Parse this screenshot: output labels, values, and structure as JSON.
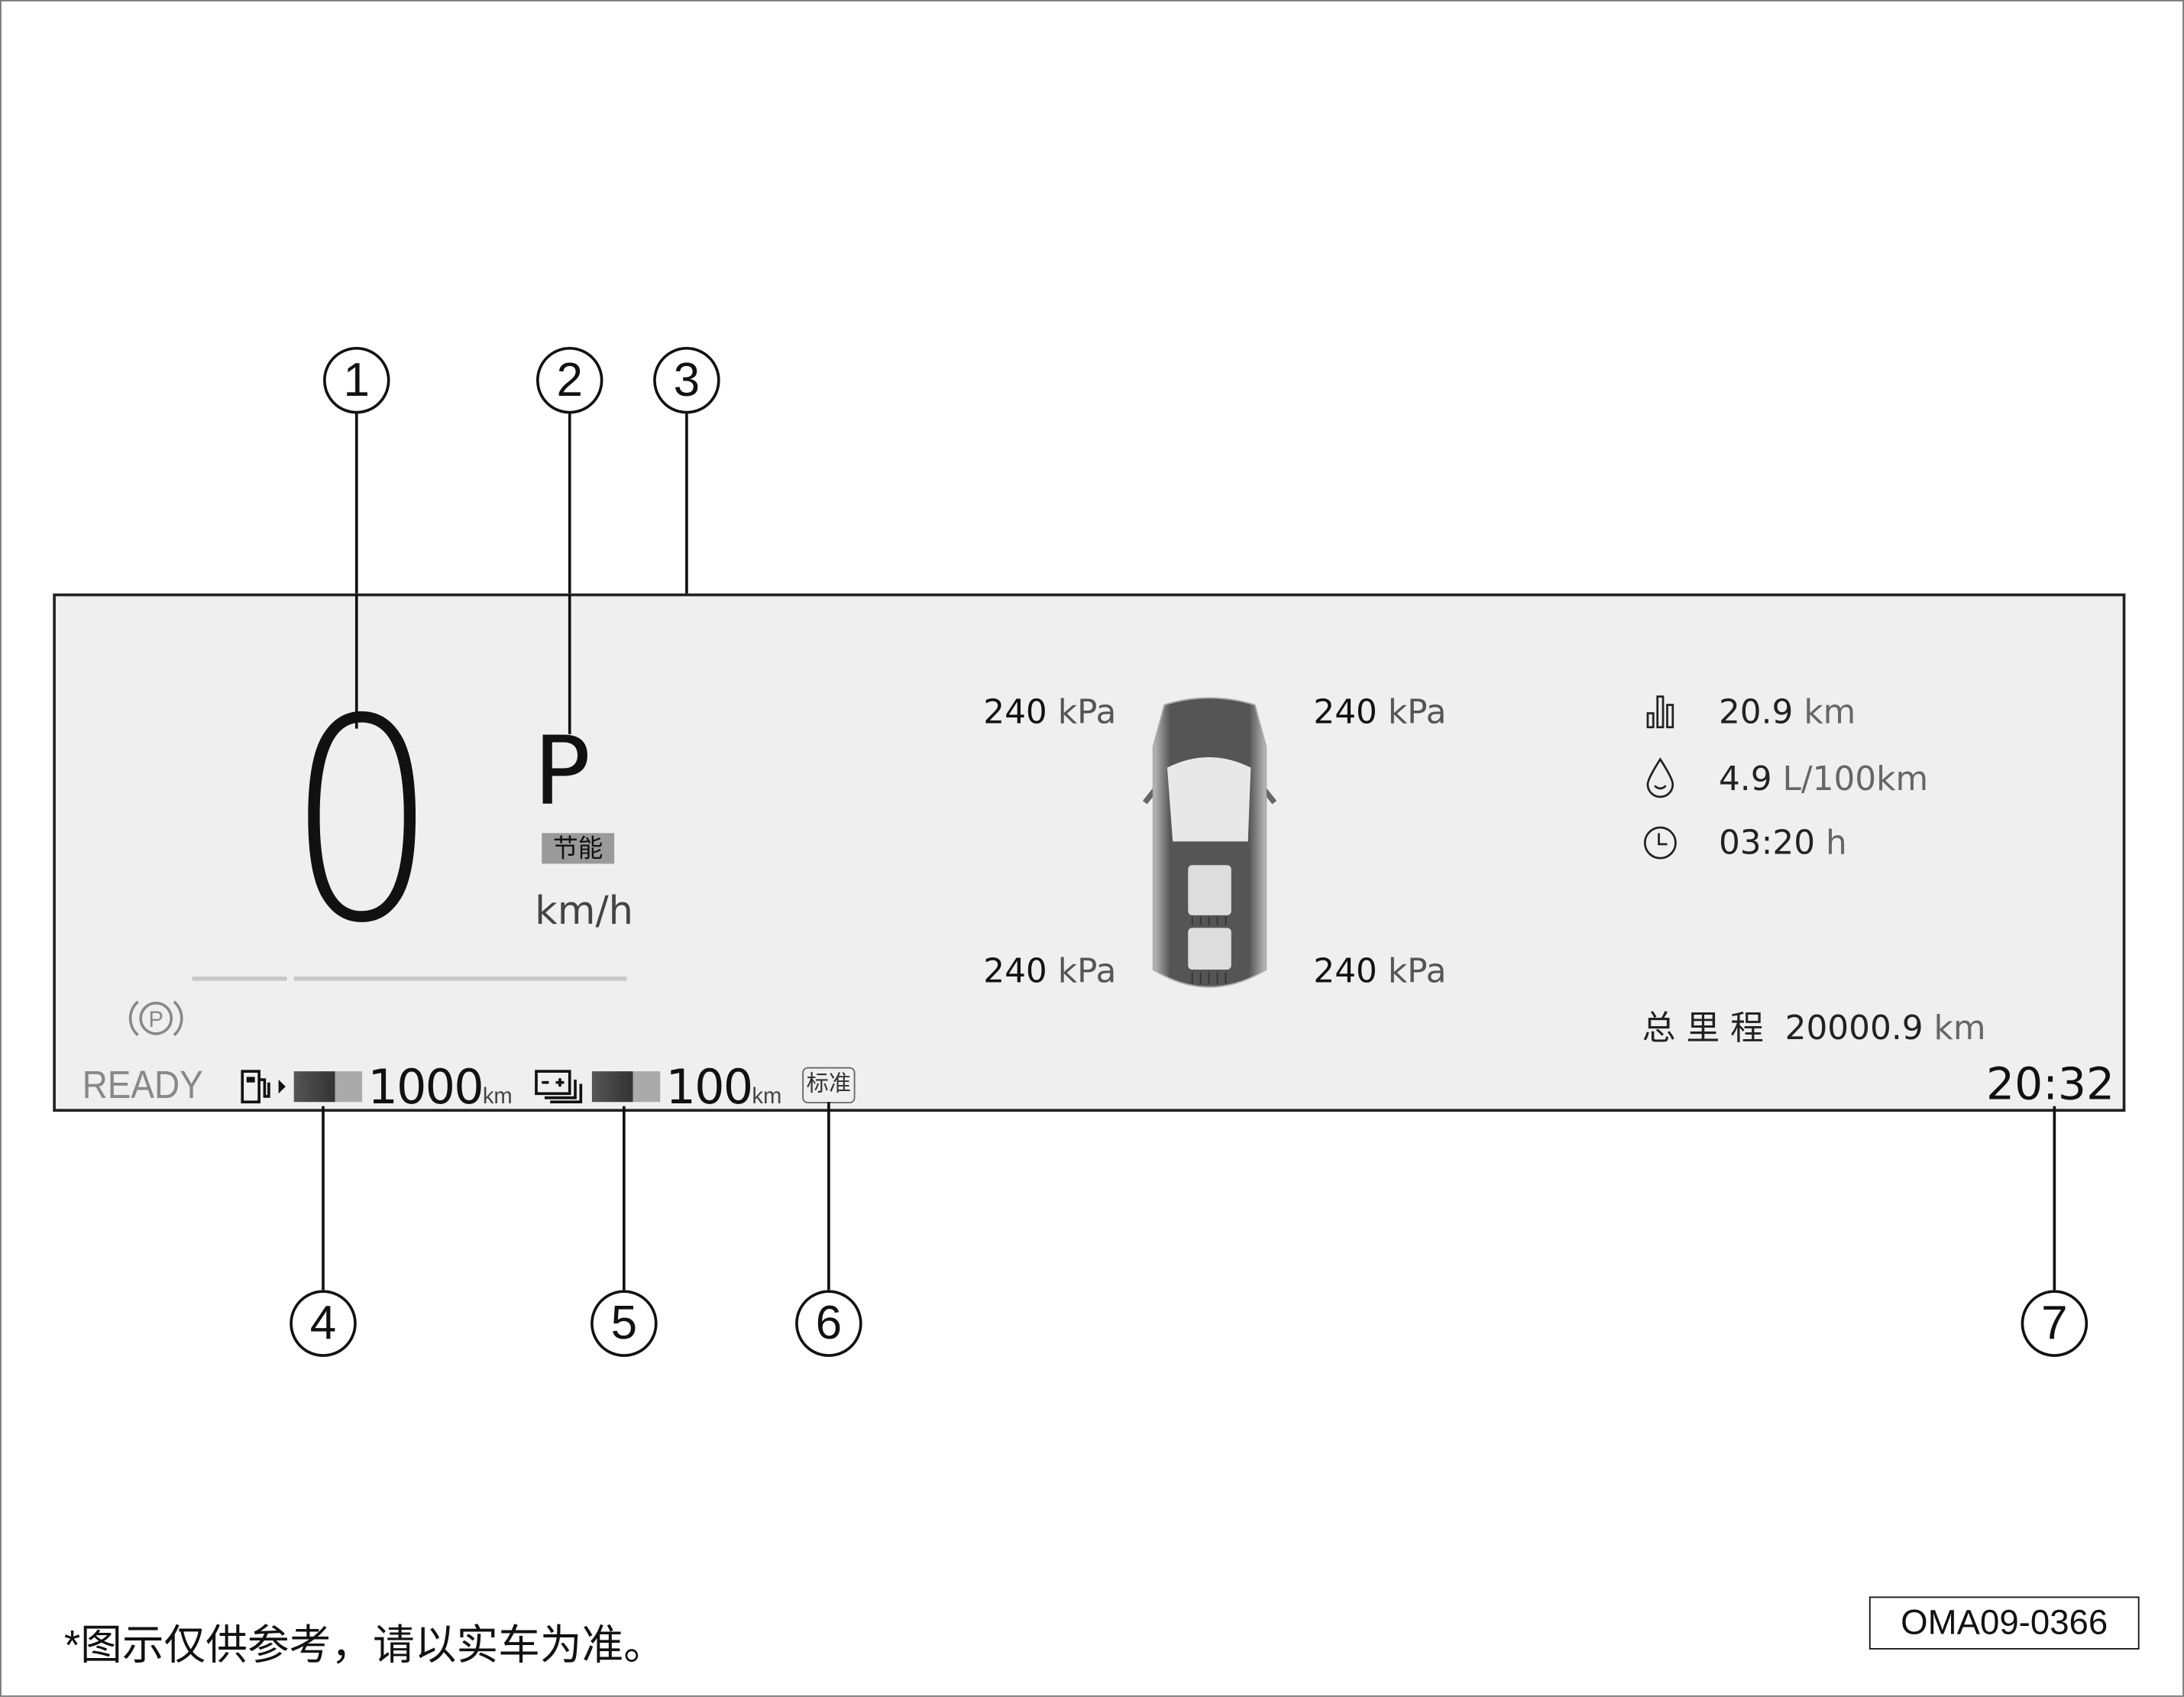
{
  "callouts": [
    "1",
    "2",
    "3",
    "4",
    "5",
    "6",
    "7"
  ],
  "cluster": {
    "speed": "0",
    "gear": "P",
    "drive_mode": "节能",
    "speed_unit": "km/h",
    "ready": "READY",
    "fuel_range": {
      "value": "1000",
      "unit": "km",
      "level": 0.6
    },
    "battery_range": {
      "value": "100",
      "unit": "km",
      "level": 0.6
    },
    "regen_mode": "标准",
    "tires": {
      "front_left": {
        "value": "240",
        "unit": "kPa"
      },
      "front_right": {
        "value": "240",
        "unit": "kPa"
      },
      "rear_left": {
        "value": "240",
        "unit": "kPa"
      },
      "rear_right": {
        "value": "240",
        "unit": "kPa"
      }
    },
    "trip": {
      "distance": {
        "value": "20.9",
        "unit": "km",
        "icon": "bar-chart-icon"
      },
      "consumption": {
        "value": "4.9",
        "unit": "L/100km",
        "icon": "fuel-drop-icon"
      },
      "time": {
        "value": "03:20",
        "unit": "h",
        "icon": "clock-icon"
      }
    },
    "odometer": {
      "label": "总 里 程",
      "value": "20000.9",
      "unit": "km"
    },
    "clock": "20:32"
  },
  "footer": {
    "note": "*图示仅供参考，请以实车为准。",
    "code": "OMA09-0366"
  }
}
